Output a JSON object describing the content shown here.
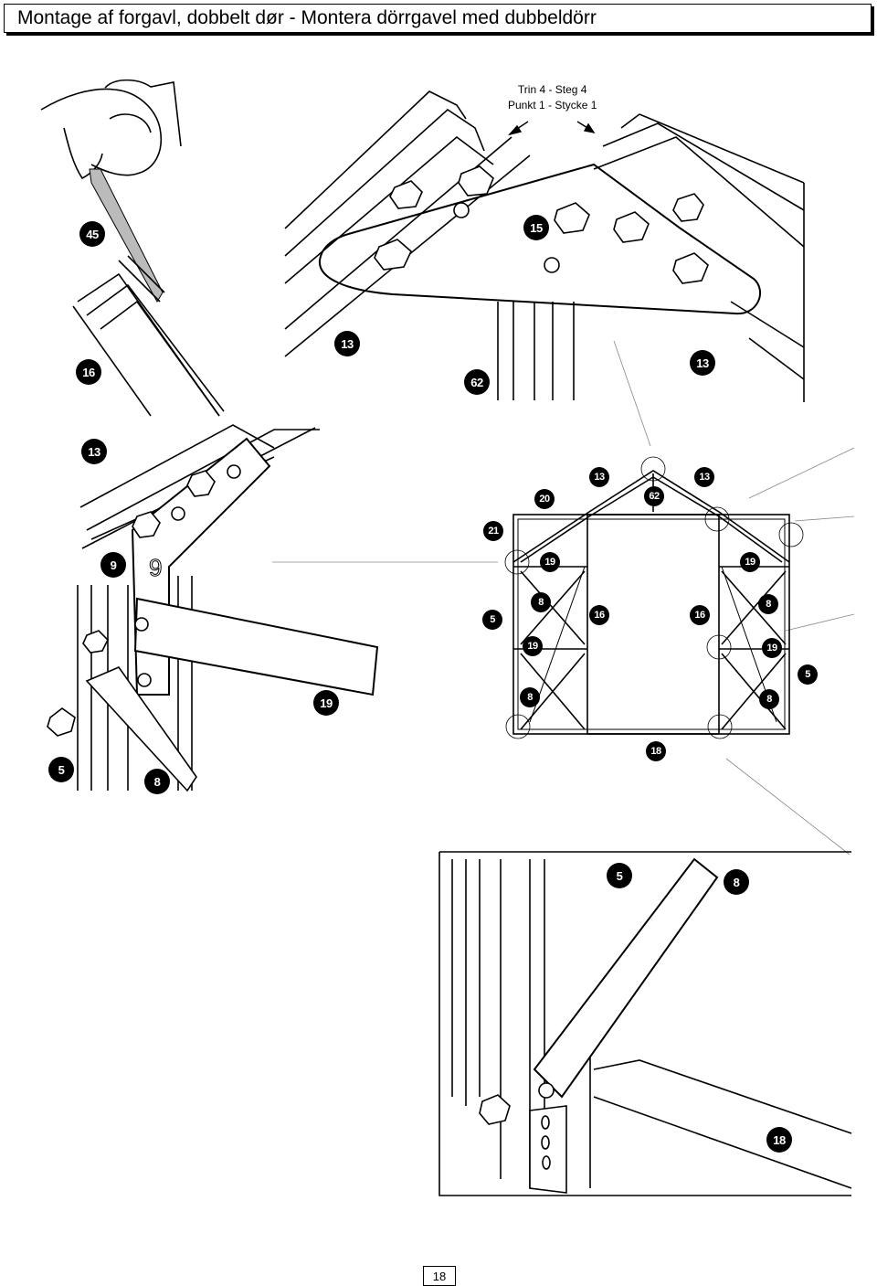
{
  "header": {
    "title": "Montage af forgavl, dobbelt dør - Montera dörrgavel med dubbeldörr"
  },
  "instruction": {
    "line1": "Trin 4 - Steg 4",
    "line2": "Punkt 1 - Stycke 1"
  },
  "badges": {
    "b45": "45",
    "b15": "15",
    "b16a": "16",
    "b13a": "13",
    "b62a": "62",
    "b13b": "13",
    "b13c": "13",
    "b9": "9",
    "b19a": "19",
    "b5a": "5",
    "b8a": "8",
    "d13a": "13",
    "d13b": "13",
    "d20": "20",
    "d62": "62",
    "d21": "21",
    "d19a": "19",
    "d19b": "19",
    "d8a": "8",
    "d16a": "16",
    "d16b": "16",
    "d8b": "8",
    "d5a": "5",
    "d19c": "19",
    "d19d": "19",
    "d5b": "5",
    "d8c": "8",
    "d8d": "8",
    "d18": "18",
    "e5": "5",
    "e8": "8",
    "e18": "18"
  },
  "footer": {
    "page_number": "18"
  }
}
